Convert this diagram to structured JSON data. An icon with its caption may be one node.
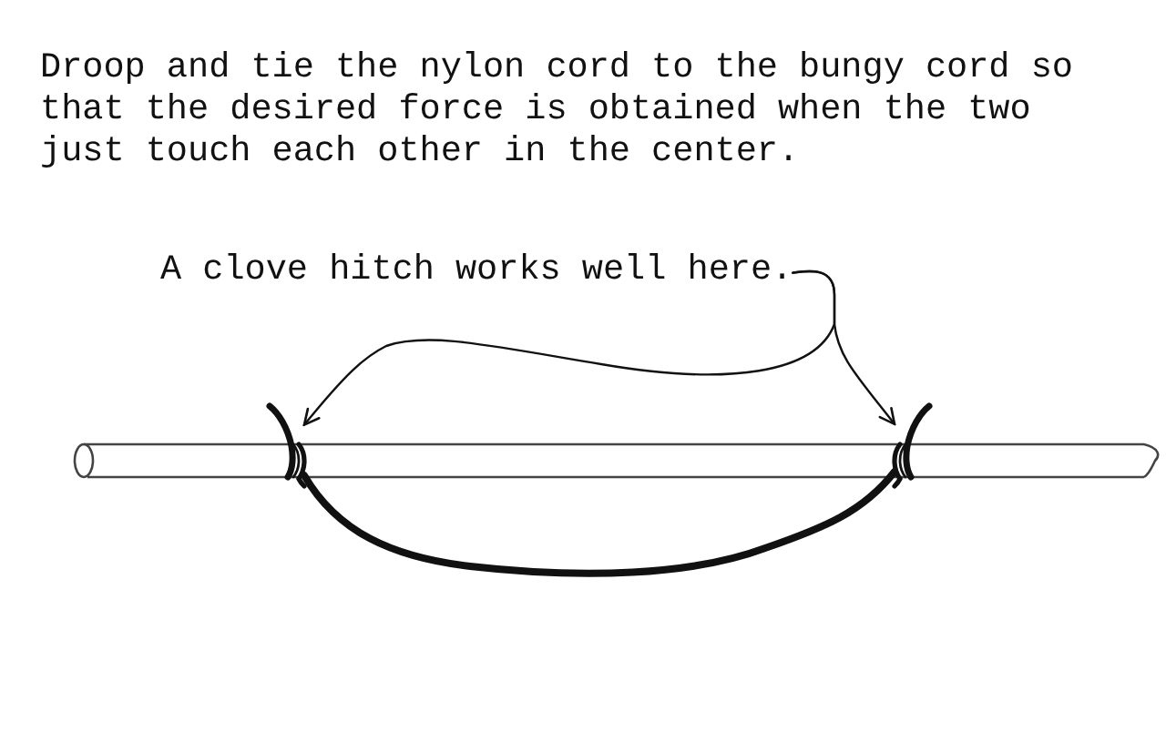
{
  "diagram": {
    "nodes": [
      {
        "text": [
          "A clove hitch works well here."
        ]
      },
      {
        "text": [],
        "shape": "picture"
      },
      {
        "text": [],
        "shape": "picture"
      }
    ],
    "edges": [
      {
        "from": 0,
        "to": 1,
        "arrow": "to"
      },
      {
        "from": 0,
        "to": 2,
        "arrow": "to"
      },
      {
        "from": 1,
        "to": 2,
        "arrow": "none",
        "style": "thick"
      }
    ],
    "labels": [
      "Droop and tie the nylon cord to the bungy cord so that the desired force is obtained when the two just touch each other in the center."
    ]
  }
}
